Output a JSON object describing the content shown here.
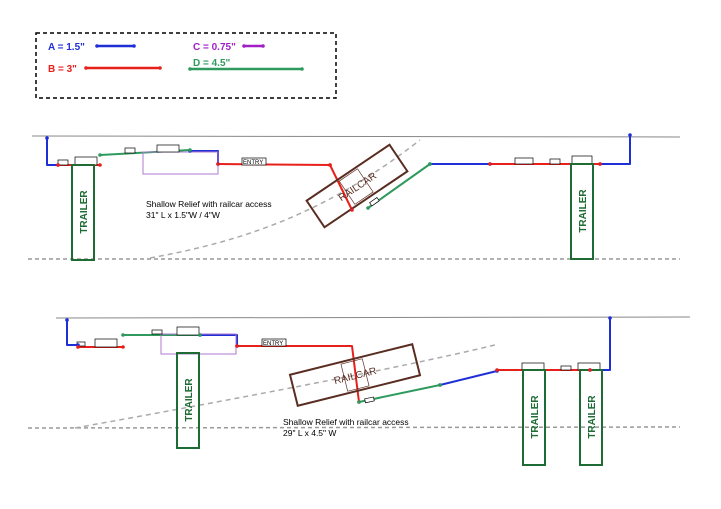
{
  "legend": {
    "items": [
      {
        "key": "A",
        "label": "A = 1.5\"",
        "color": "#1f2fd6"
      },
      {
        "key": "B",
        "label": "B = 3\"",
        "color": "#e8201c"
      },
      {
        "key": "C",
        "label": "C = 0.75\"",
        "color": "#a020c8"
      },
      {
        "key": "D",
        "label": "D = 4.5\"",
        "color": "#2e9a5e"
      }
    ]
  },
  "colors": {
    "trailer": "#1e6b34",
    "railcar": "#5a2d22",
    "track": "#9a9a9a",
    "annex": "#b07ad0"
  },
  "layout1": {
    "caption_line1": "Shallow Relief with railcar access",
    "caption_line2": "31\" L x 1.5\"W / 4\"W",
    "entry_label": "ENTRY",
    "railcar_label": "RAILCAR",
    "trailer_left_label": "TRAILER",
    "trailer_right_label": "TRAILER"
  },
  "layout2": {
    "caption_line1": "Shallow Relief with railcar access",
    "caption_line2": "29\" L x 4.5\" W",
    "entry_label": "ENTRY",
    "railcar_label": "RAILCAR",
    "trailer_left_label": "TRAILER",
    "trailer_mid_label": "TRAILER",
    "trailer_right_label": "TRAILER"
  }
}
